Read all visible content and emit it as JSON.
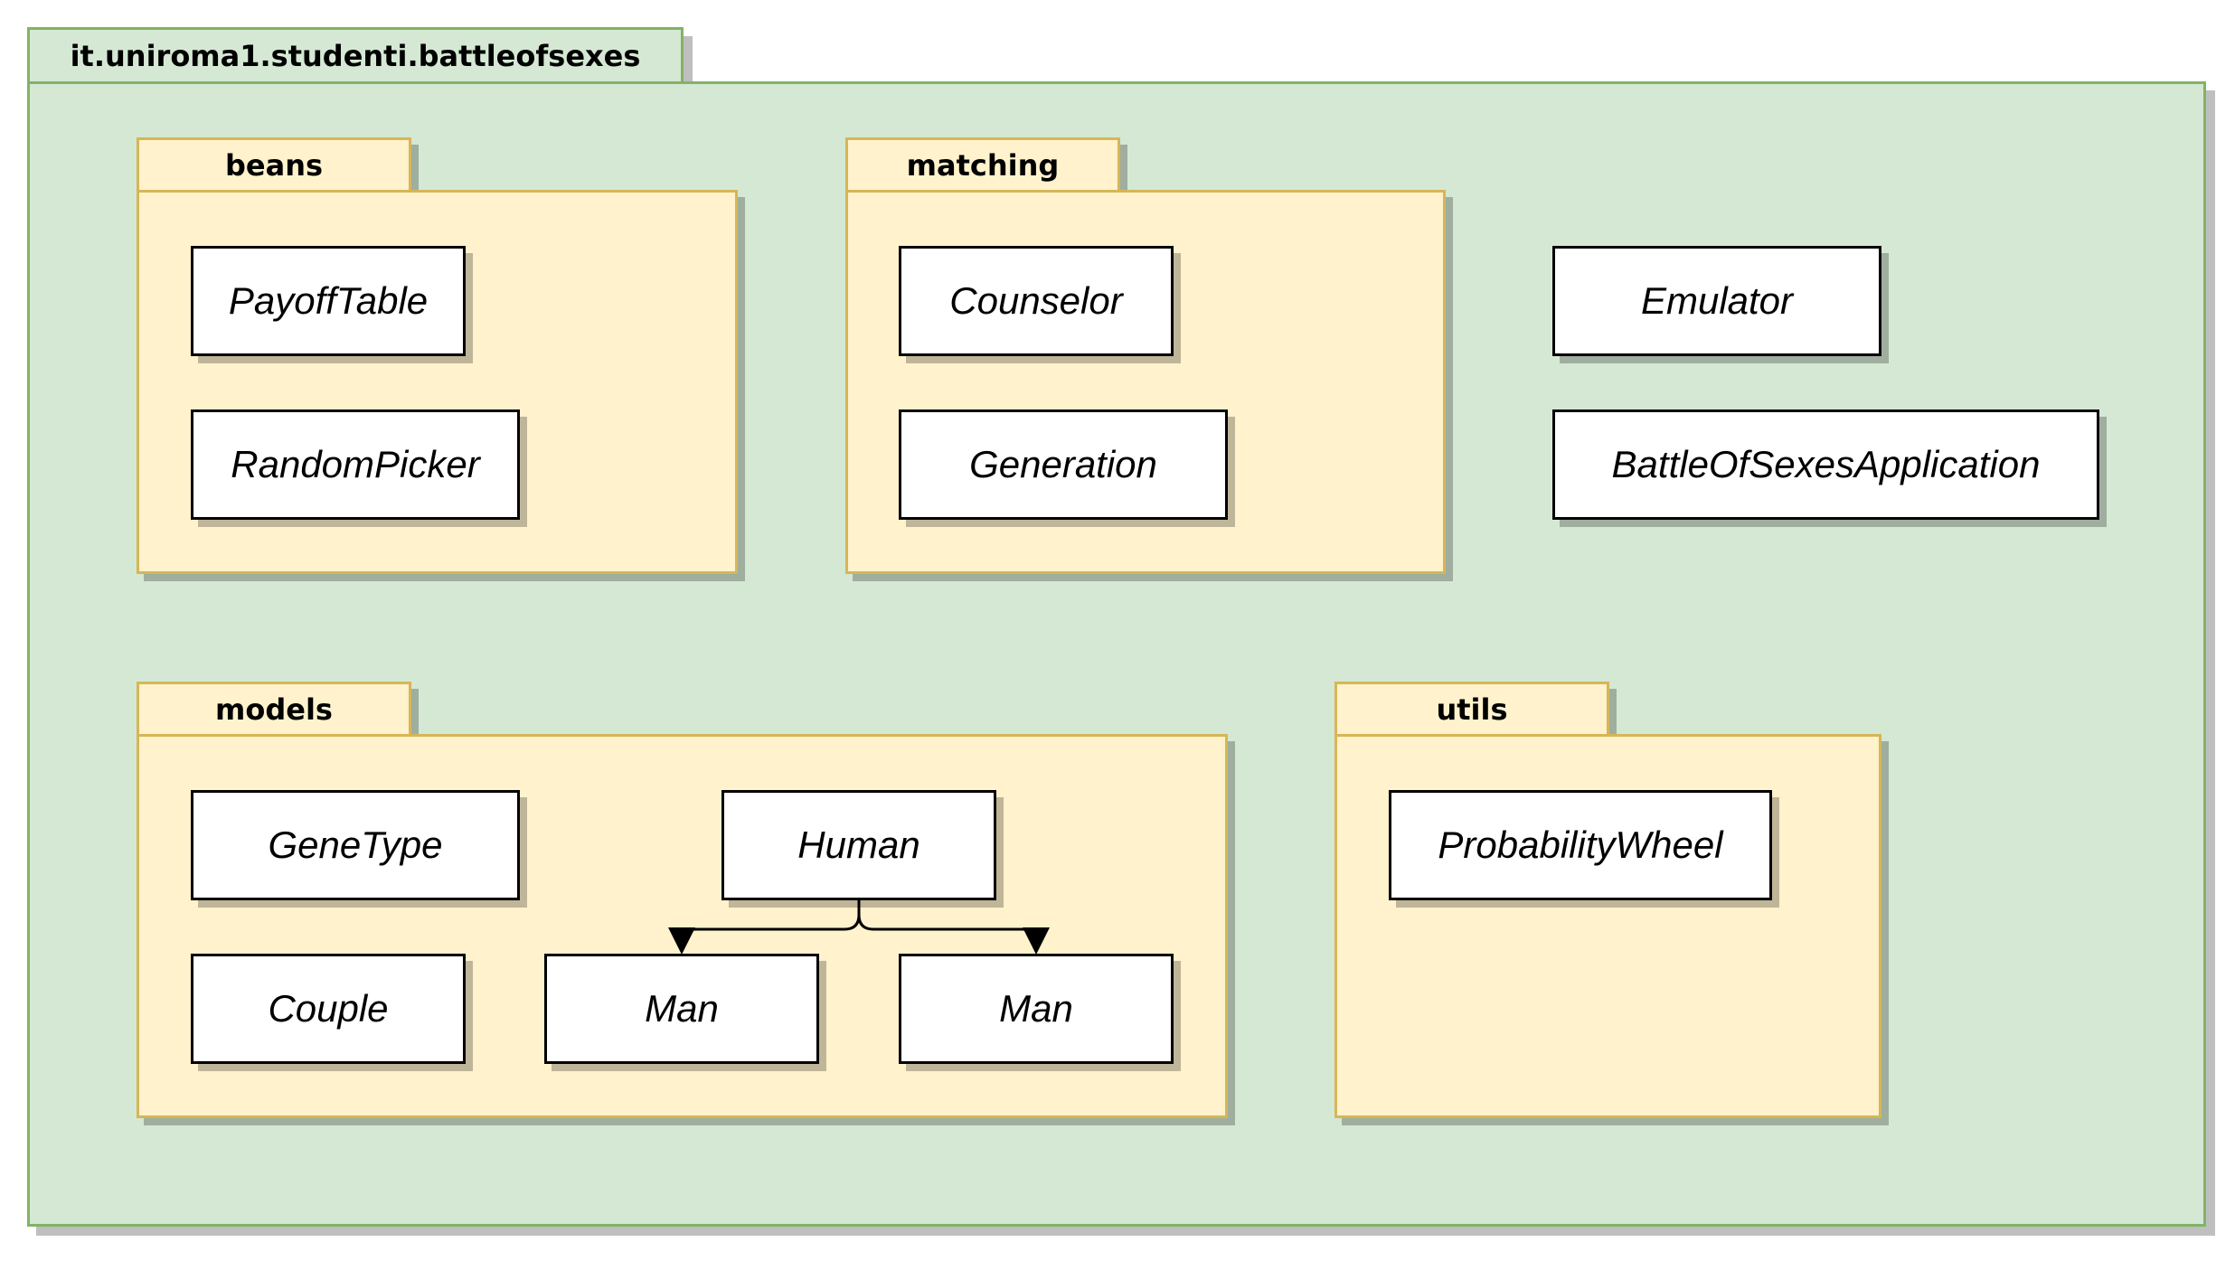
{
  "root_package": {
    "label": "it.uniroma1.studenti.battleofsexes",
    "classes": {
      "emulator": "Emulator",
      "application": "BattleOfSexesApplication"
    }
  },
  "packages": {
    "beans": {
      "label": "beans",
      "classes": {
        "payoff_table": "PayoffTable",
        "random_picker": "RandomPicker"
      }
    },
    "matching": {
      "label": "matching",
      "classes": {
        "counselor": "Counselor",
        "generation": "Generation"
      }
    },
    "models": {
      "label": "models",
      "classes": {
        "gene_type": "GeneType",
        "couple": "Couple",
        "human": "Human",
        "man_left": "Man",
        "man_right": "Man"
      }
    },
    "utils": {
      "label": "utils",
      "classes": {
        "probability_wheel": "ProbabilityWheel"
      }
    }
  },
  "relations": [
    {
      "type": "generalization-arrow",
      "from": "Human",
      "to": "Man"
    },
    {
      "type": "generalization-arrow",
      "from": "Human",
      "to": "Man"
    }
  ],
  "colors": {
    "root_fill": "#d5e8d4",
    "root_stroke": "#82b366",
    "package_fill": "#fff2cc",
    "package_stroke": "#d6b656",
    "class_fill": "#ffffff",
    "class_stroke": "#000000"
  }
}
